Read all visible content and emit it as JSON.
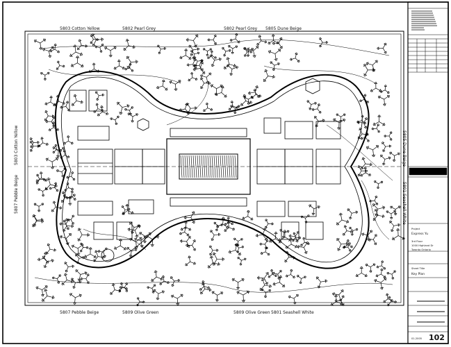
{
  "edge_labels": {
    "top": [
      "5803 Cotton Yellow",
      "5802 Pearl Grey",
      "5802 Pearl Grey",
      "5805 Dune Beige"
    ],
    "bottom": [
      "5807 Pebble Beige",
      "5809 Olive Green",
      "5809 Olive Green",
      "5801 Seashell White"
    ],
    "left": [
      "5807 Pebble Beige",
      "5803 Cotton Yellow"
    ],
    "right": [
      "5805 Dune Beige",
      "5801 Seashell White"
    ]
  },
  "title_block": {
    "project_label": "Project",
    "project_name": "Express Yu",
    "address_lines": [
      "3rd Floor",
      "1000 Highland Dr",
      "Toronto Ontario"
    ],
    "sheet_title_label": "Sheet Title",
    "sheet_title": "Key Plan",
    "date": "01-2005",
    "sheet_number": "102"
  }
}
